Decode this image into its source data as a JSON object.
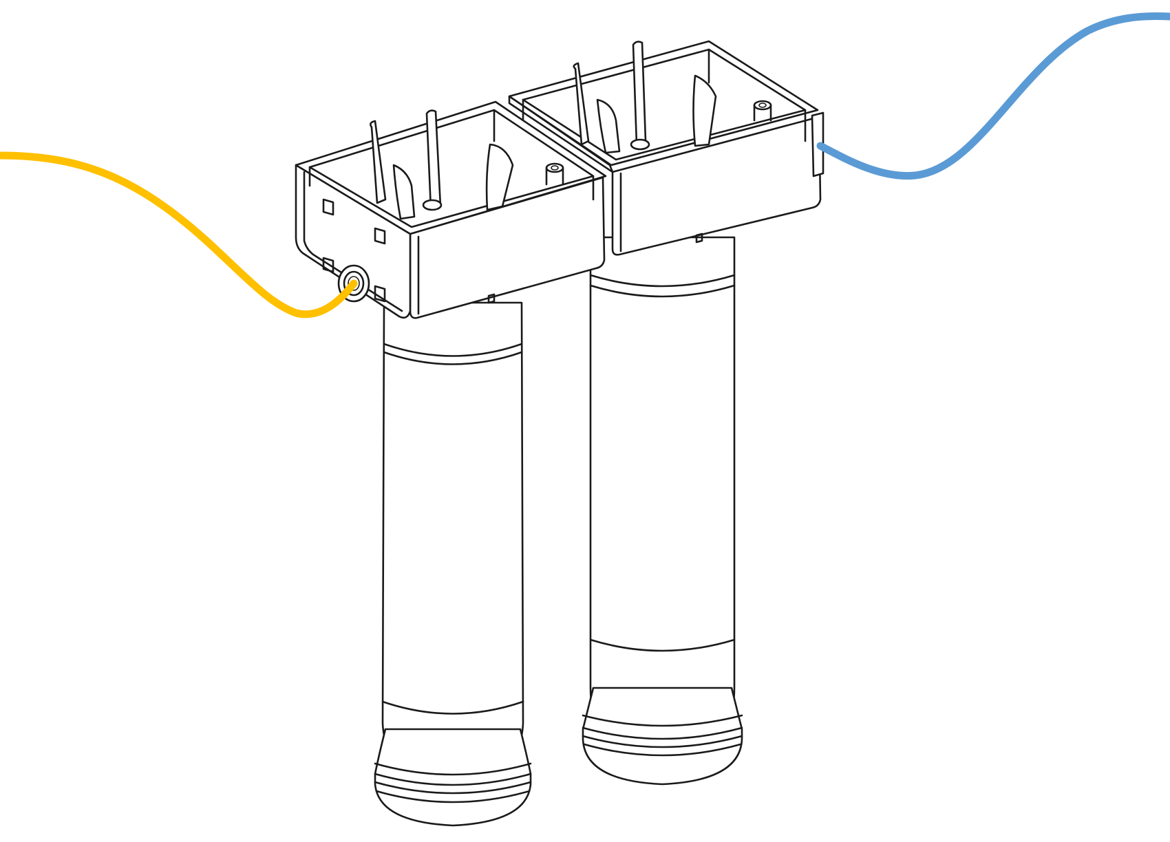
{
  "figure": {
    "description_label": "",
    "colors": {
      "inlet_tube": "#FFC000",
      "outlet_tube": "#5B9BD5",
      "line_art": "#1a1a1a",
      "background": "#ffffff"
    },
    "components": [
      {
        "name": "inlet-tube",
        "color_key": "inlet_tube"
      },
      {
        "name": "outlet-tube",
        "color_key": "outlet_tube"
      },
      {
        "name": "head-housing-left"
      },
      {
        "name": "head-housing-right"
      },
      {
        "name": "filter-cartridge-left"
      },
      {
        "name": "filter-cartridge-right"
      },
      {
        "name": "inlet-fitting"
      }
    ]
  }
}
